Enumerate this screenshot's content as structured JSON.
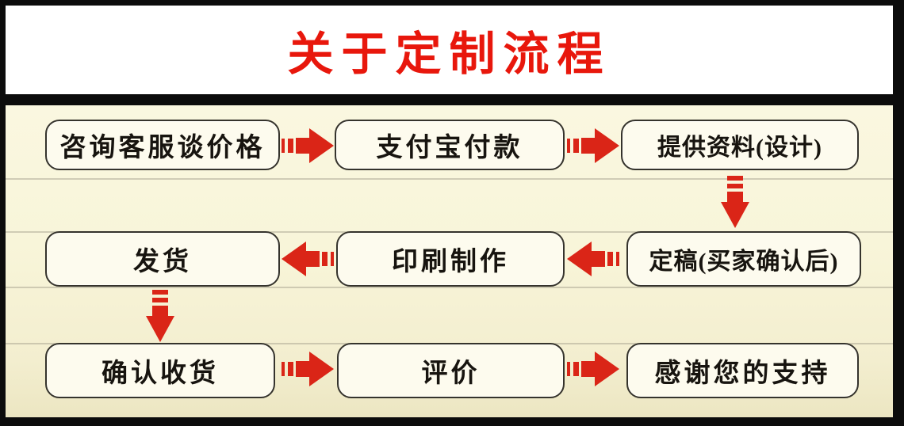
{
  "title": "关于定制流程",
  "colors": {
    "title_red": "#e8170c",
    "arrow_red": "#da2517",
    "frame_black": "#0c0c0c",
    "title_panel_background": "#ffffff",
    "flowchart_background": "#f8f5d9",
    "box_fill": "#fdfbee",
    "box_border": "#35332c",
    "box_text": "#17140f"
  },
  "flow": {
    "steps": [
      {
        "id": "consult-price",
        "label": "咨询客服谈价格",
        "row": 1,
        "col": 1
      },
      {
        "id": "alipay-payment",
        "label": "支付宝付款",
        "row": 1,
        "col": 2
      },
      {
        "id": "provide-materials",
        "label": "提供资料(设计)",
        "row": 1,
        "col": 3
      },
      {
        "id": "finalize-draft",
        "label": "定稿(买家确认后)",
        "row": 2,
        "col": 3
      },
      {
        "id": "printing",
        "label": "印刷制作",
        "row": 2,
        "col": 2
      },
      {
        "id": "ship",
        "label": "发货",
        "row": 2,
        "col": 1
      },
      {
        "id": "confirm-receipt",
        "label": "确认收货",
        "row": 3,
        "col": 1
      },
      {
        "id": "review",
        "label": "评价",
        "row": 3,
        "col": 2
      },
      {
        "id": "thanks",
        "label": "感谢您的支持",
        "row": 3,
        "col": 3
      }
    ],
    "connections": [
      {
        "from": "consult-price",
        "to": "alipay-payment",
        "arrow": "right"
      },
      {
        "from": "alipay-payment",
        "to": "provide-materials",
        "arrow": "right"
      },
      {
        "from": "provide-materials",
        "to": "finalize-draft",
        "arrow": "down"
      },
      {
        "from": "finalize-draft",
        "to": "printing",
        "arrow": "left"
      },
      {
        "from": "printing",
        "to": "ship",
        "arrow": "left"
      },
      {
        "from": "ship",
        "to": "confirm-receipt",
        "arrow": "down"
      },
      {
        "from": "confirm-receipt",
        "to": "review",
        "arrow": "right"
      },
      {
        "from": "review",
        "to": "thanks",
        "arrow": "right"
      }
    ]
  }
}
